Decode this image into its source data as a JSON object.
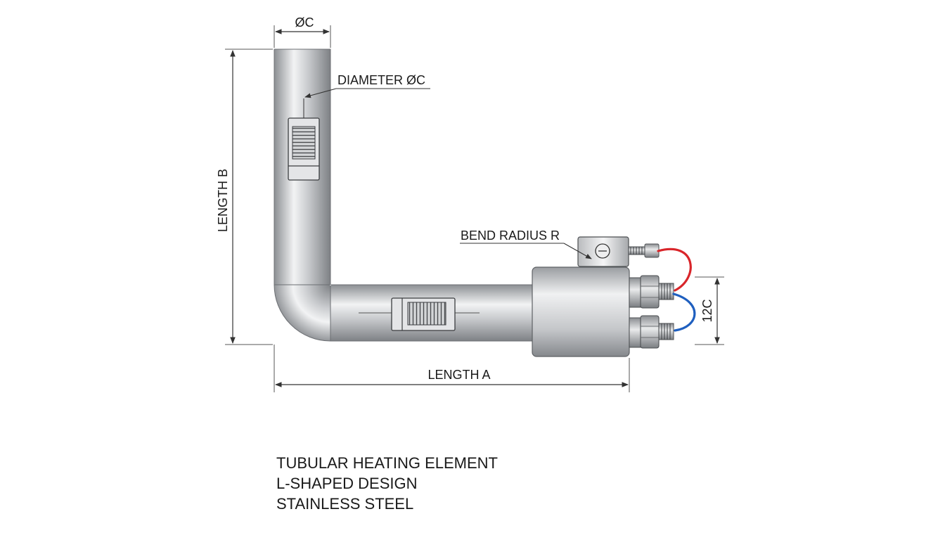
{
  "diagram": {
    "labels": {
      "diameter_top": "ØC",
      "diameter_callout": "DIAMETER ØC",
      "length_b": "LENGTH B",
      "length_a": "LENGTH A",
      "bend_radius": "BEND RADIUS R",
      "terminal_spacing": "12C"
    },
    "title_lines": [
      "TUBULAR HEATING ELEMENT",
      "L-SHAPED DESIGN",
      "STAINLESS STEEL"
    ],
    "colors": {
      "steel_dark": "#8c8f93",
      "steel_light": "#f2f3f4",
      "wire_hot": "#d9252a",
      "wire_neutral": "#1f5fbf",
      "line": "#333333"
    }
  }
}
